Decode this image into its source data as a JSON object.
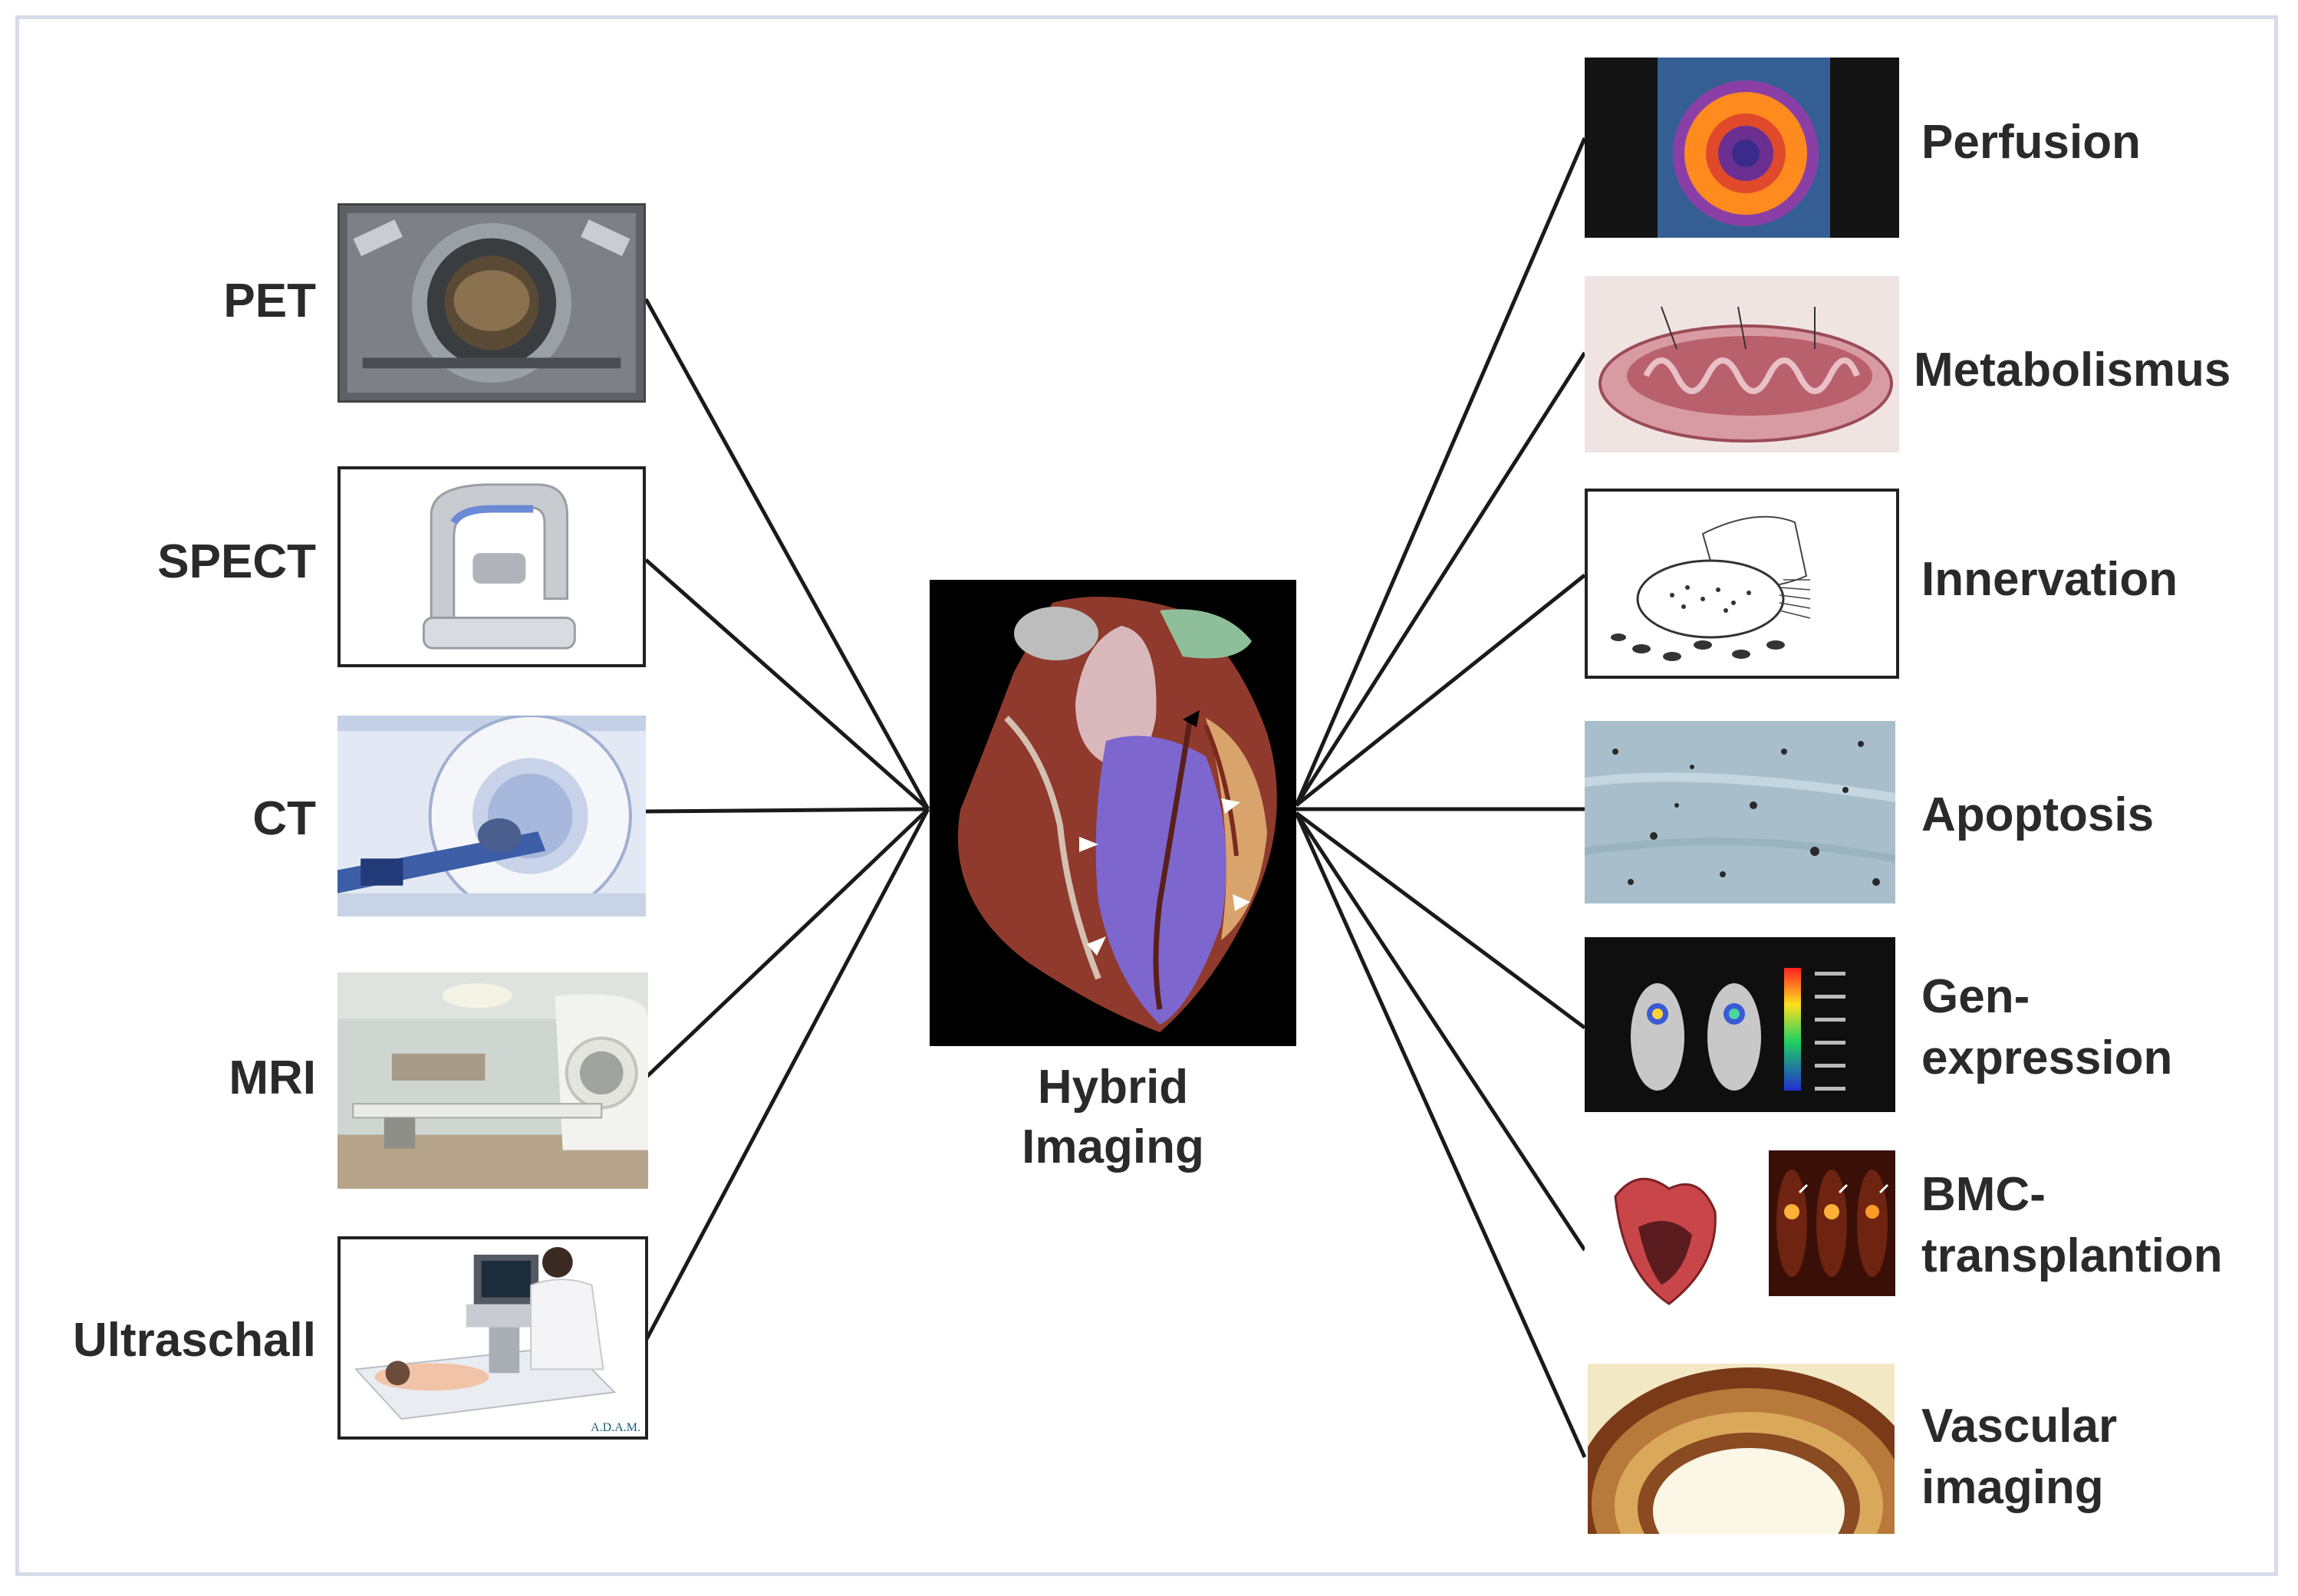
{
  "center": {
    "line1": "Hybrid",
    "line2": "Imaging"
  },
  "left": [
    {
      "key": "pet",
      "label": "PET"
    },
    {
      "key": "spect",
      "label": "SPECT"
    },
    {
      "key": "ct",
      "label": "CT"
    },
    {
      "key": "mri",
      "label": "MRI"
    },
    {
      "key": "ultraschall",
      "label": "Ultraschall",
      "watermark": "A.D.A.M."
    }
  ],
  "right": [
    {
      "key": "perfusion",
      "label": "Perfusion"
    },
    {
      "key": "metabolismus",
      "label": "Metabolismus"
    },
    {
      "key": "innervation",
      "label": "Innervation"
    },
    {
      "key": "apoptosis",
      "label": "Apoptosis"
    },
    {
      "key": "genexpression",
      "line1": "Gen-",
      "line2": "expression"
    },
    {
      "key": "bmc",
      "line1": "BMC-",
      "line2": "transplantion"
    },
    {
      "key": "vascular",
      "line1": "Vascular",
      "line2": "imaging"
    }
  ],
  "colors": {
    "frame": "#d6dcea",
    "line": "#1a1a1a",
    "text": "#2a2a2a"
  }
}
